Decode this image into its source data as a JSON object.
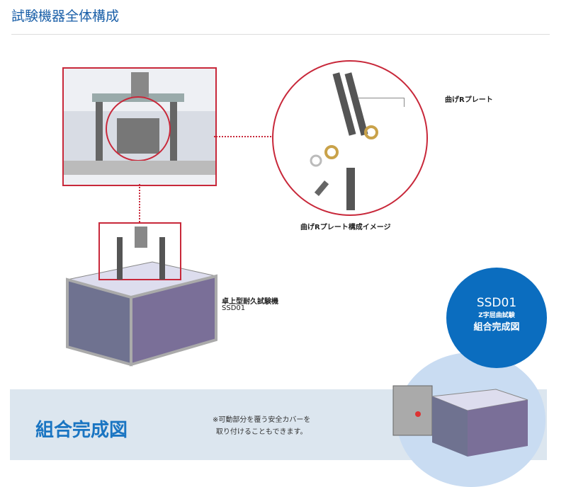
{
  "header": {
    "title": "試験機器全体構成"
  },
  "labels": {
    "plate": "曲げRプレート",
    "plate_image": "曲げRプレート構成イメージ",
    "machine_name": "卓上型耐久試験機",
    "machine_model": "SSD01"
  },
  "badge": {
    "model": "SSD01",
    "test": "Z字屈曲試験",
    "caption": "組合完成図"
  },
  "banner": {
    "title": "組合完成図",
    "note_line1": "※可動部分を覆う安全カバーを",
    "note_line2": "取り付けることもできます。"
  },
  "colors": {
    "accent": "#c8283a",
    "blue": "#0b6dbf"
  }
}
